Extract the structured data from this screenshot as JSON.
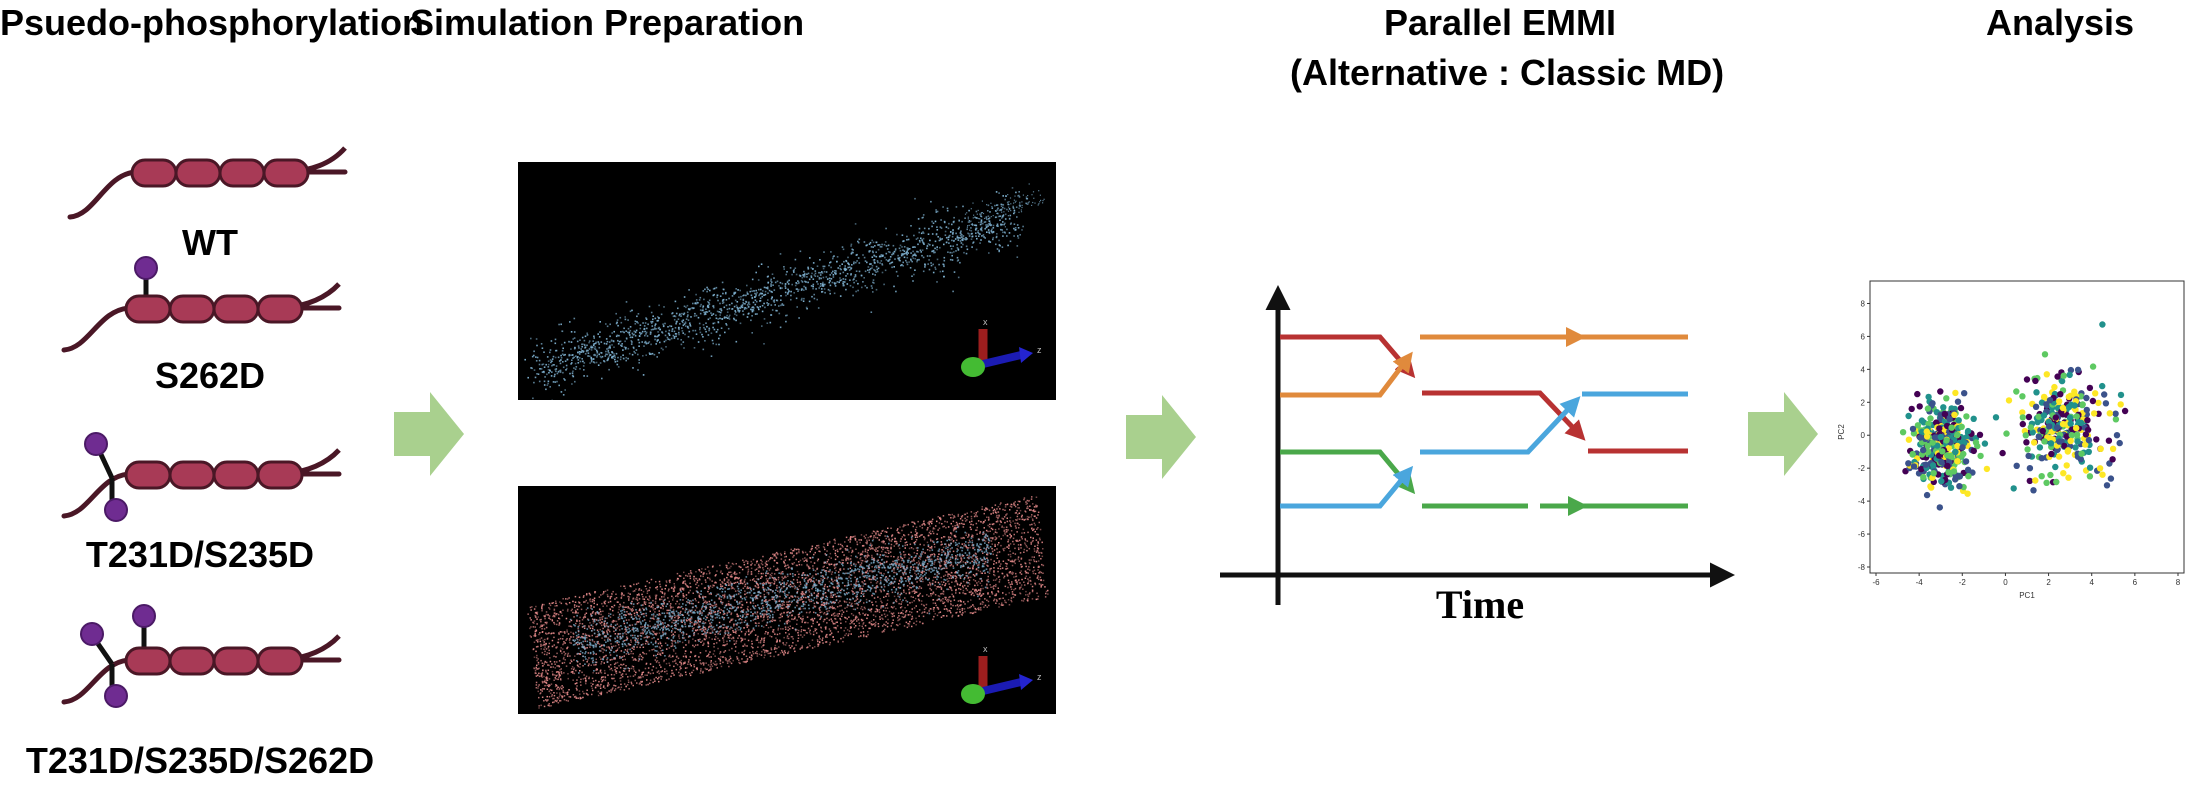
{
  "headers": {
    "step1": "Psuedo-phosphorylation",
    "step2": "Simulation Preparation",
    "step3_line1": "Parallel EMMI",
    "step3_line2": "(Alternative : Classic MD)",
    "step4": "Analysis"
  },
  "variants": [
    "WT",
    "S262D",
    "T231D/S235D",
    "T231D/S235D/S262D"
  ],
  "colors": {
    "protein_line": "#4a1726",
    "domain_fill": "#a83a56",
    "phospho": "#6f2c91",
    "arrow": "#a9d08e",
    "orange": "#e08a3c",
    "red": "#b83232",
    "green": "#4aa84a",
    "blue": "#4aa6dd",
    "water": "#e58a8a",
    "protein_atoms": "#7fb2d1"
  },
  "axes_panels": [
    {
      "label_x": "x",
      "label_z": "z"
    },
    {
      "label_x": "x",
      "label_z": "z"
    }
  ],
  "replica_exchange": {
    "xlabel": "Time"
  },
  "chart_data": {
    "type": "scatter",
    "xlabel": "PC1",
    "ylabel": "PC2",
    "xlim": [
      -6,
      8
    ],
    "ylim": [
      -8,
      9
    ],
    "xticks": [
      "-6",
      "-4",
      "-2",
      "0",
      "2",
      "4",
      "6",
      "8"
    ],
    "yticks": [
      "8",
      "6",
      "4",
      "2",
      "0",
      "-2",
      "-4",
      "-6",
      "-8"
    ],
    "colormap": [
      "#440154",
      "#3b528b",
      "#21918c",
      "#5ec962",
      "#fde725"
    ],
    "clusters": [
      {
        "center": [
          -2.8,
          -0.5
        ],
        "spread": [
          1.3,
          2.4
        ],
        "n": 360
      },
      {
        "center": [
          2.6,
          0.6
        ],
        "spread": [
          1.8,
          2.6
        ],
        "n": 300
      }
    ],
    "grid": false
  }
}
